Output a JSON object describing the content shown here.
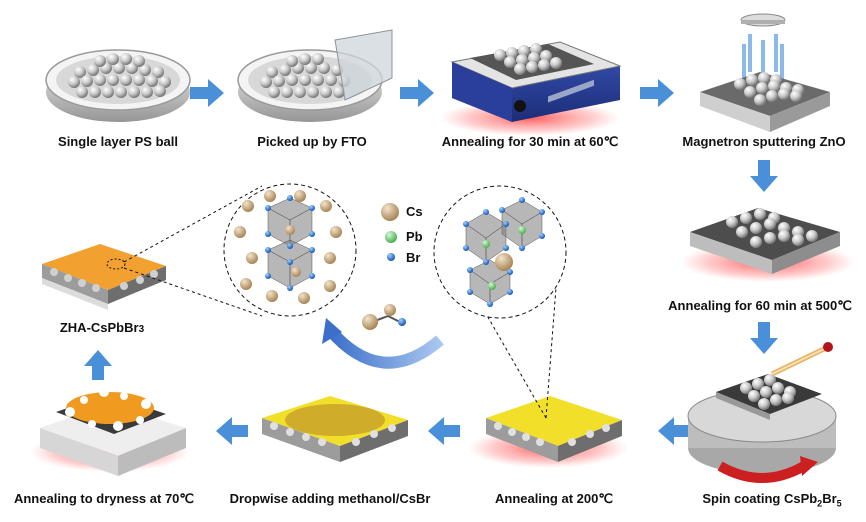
{
  "steps": {
    "s1": "Single layer PS ball",
    "s2": "Picked up by FTO",
    "s3": "Annealing for 30 min at 60℃",
    "s4": "Magnetron sputtering ZnO",
    "s5": "Annealing for 60 min at 500℃",
    "s6_main": "Spin coating CsPb",
    "s6_sub1": "2",
    "s6_mid": "Br",
    "s6_sub2": "5",
    "s7": "Annealing at 200℃",
    "s8": "Dropwise adding methanol/CsBr",
    "s9": "Annealing to dryness at 70℃",
    "s10_main": "ZHA-CsPbBr",
    "s10_sub": "3"
  },
  "legend": {
    "cs": "Cs",
    "pb": "Pb",
    "br": "Br"
  },
  "colors": {
    "arrow": "#4a90d9",
    "cs_atom": "#c9a97c",
    "pb_atom": "#7ed07e",
    "br_atom": "#2f7fe0",
    "heat_glow": "#ff5a5a",
    "film_yellow": "#f2df2a",
    "film_orange": "#f2a030",
    "spin_arrow": "#cc1f1f"
  }
}
